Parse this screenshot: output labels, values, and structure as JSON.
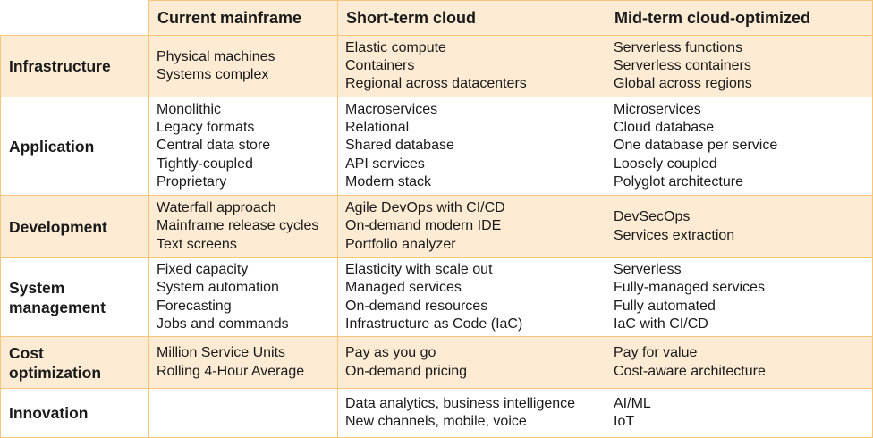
{
  "headers": [
    "Current mainframe",
    "Short-term cloud",
    "Mid-term cloud-optimized"
  ],
  "rows": [
    {
      "label": [
        "Infrastructure"
      ],
      "cells": [
        [
          "Physical machines",
          "Systems complex"
        ],
        [
          "Elastic compute",
          "Containers",
          "Regional across datacenters"
        ],
        [
          "Serverless functions",
          "Serverless containers",
          "Global across regions"
        ]
      ]
    },
    {
      "label": [
        "Application"
      ],
      "cells": [
        [
          "Monolithic",
          "Legacy formats",
          "Central data store",
          "Tightly-coupled",
          "Proprietary"
        ],
        [
          "Macroservices",
          "Relational",
          "Shared database",
          "API services",
          "Modern stack"
        ],
        [
          "Microservices",
          "Cloud database",
          "One database per service",
          "Loosely coupled",
          "Polyglot architecture"
        ]
      ]
    },
    {
      "label": [
        "Development"
      ],
      "cells": [
        [
          "Waterfall approach",
          "Mainframe release cycles",
          "Text screens"
        ],
        [
          "Agile DevOps with CI/CD",
          "On-demand modern IDE",
          "Portfolio analyzer"
        ],
        [
          "DevSecOps",
          "Services extraction"
        ]
      ]
    },
    {
      "label": [
        "System",
        "management"
      ],
      "cells": [
        [
          "Fixed capacity",
          "System automation",
          "Forecasting",
          "Jobs and commands"
        ],
        [
          "Elasticity with scale out",
          "Managed services",
          "On-demand resources",
          "Infrastructure as Code (IaC)"
        ],
        [
          "Serverless",
          "Fully-managed services",
          "Fully automated",
          "IaC with CI/CD"
        ]
      ]
    },
    {
      "label": [
        "Cost",
        "optimization"
      ],
      "cells": [
        [
          "Million Service Units",
          "Rolling 4-Hour Average"
        ],
        [
          "Pay as you go",
          "On-demand pricing"
        ],
        [
          "Pay for value",
          "Cost-aware architecture"
        ]
      ]
    },
    {
      "label": [
        "Innovation"
      ],
      "cells": [
        [],
        [
          "Data analytics, business intelligence",
          "New channels, mobile, voice"
        ],
        [
          "AI/ML",
          "IoT"
        ]
      ]
    }
  ]
}
